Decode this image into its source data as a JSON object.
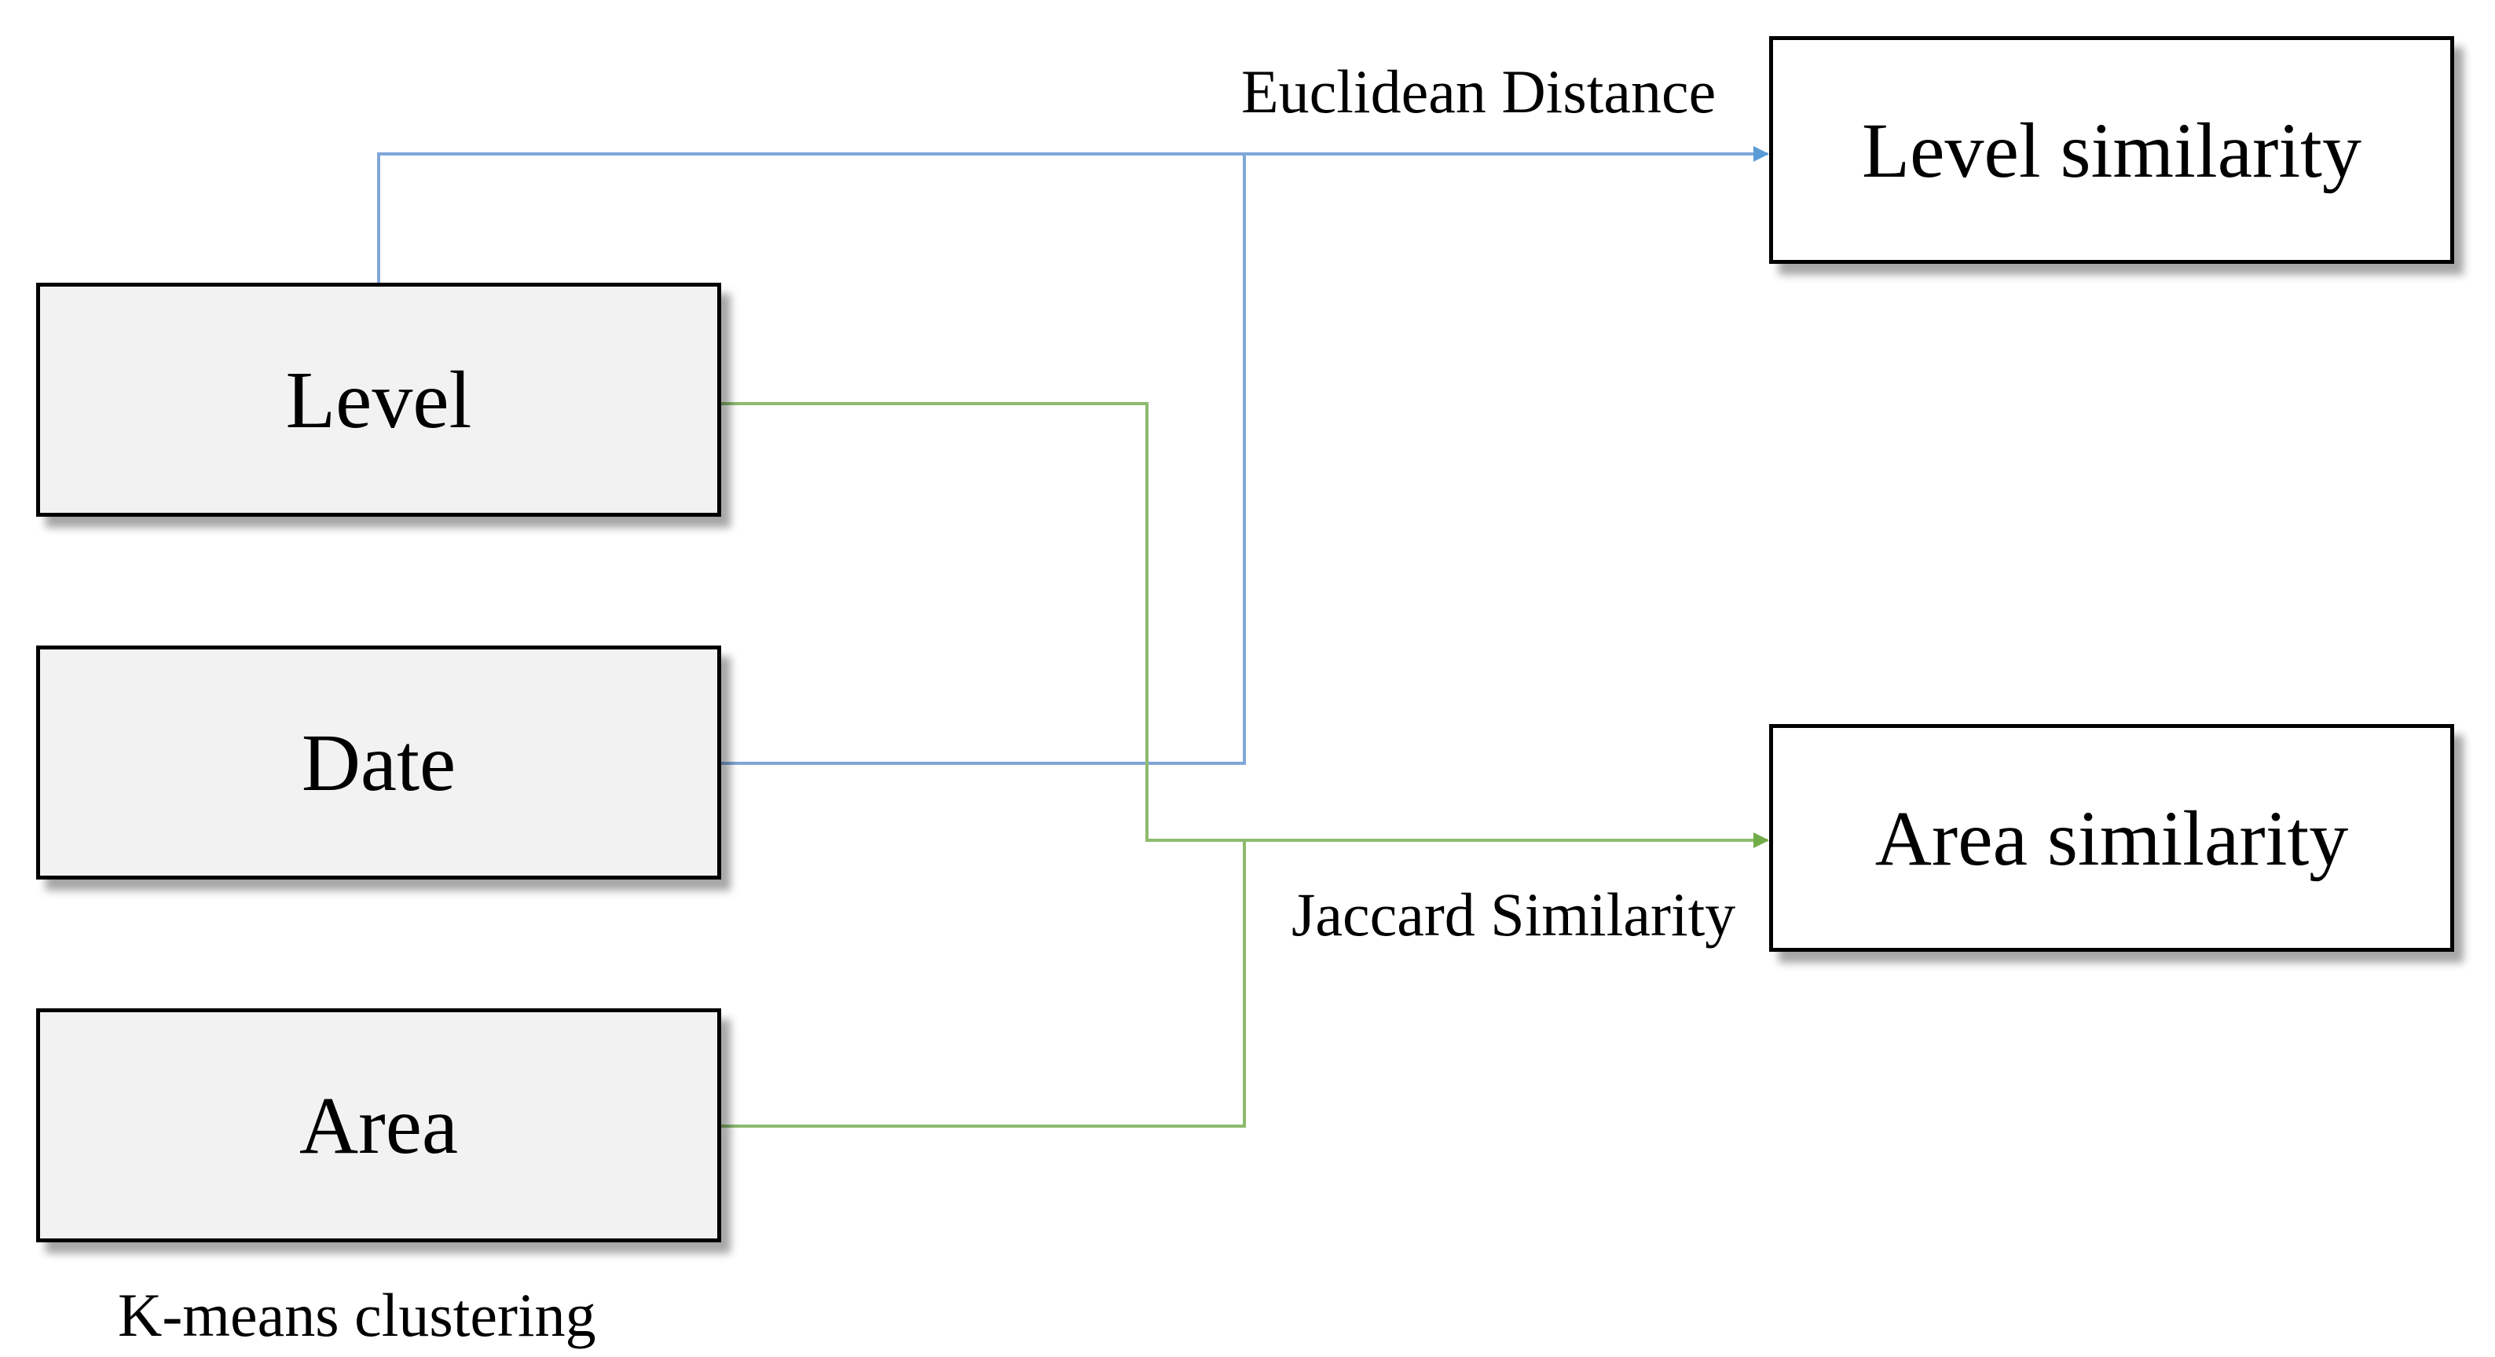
{
  "nodes": {
    "level": "Level",
    "date": "Date",
    "area": "Area",
    "level_similarity": "Level similarity",
    "area_similarity": "Area similarity"
  },
  "edge_labels": {
    "euclidean": "Euclidean Distance",
    "jaccard": "Jaccard Similarity"
  },
  "caption": "K-means clustering",
  "colors": {
    "blue_connector": "#7fa7d8",
    "blue_arrow": "#5b9bd5",
    "green_connector": "#8dbb6e",
    "green_arrow": "#70ad47",
    "source_fill": "#f2f2f2"
  },
  "edges": [
    {
      "from": "Level",
      "to": "Level similarity",
      "via": "Euclidean Distance"
    },
    {
      "from": "Date",
      "to": "Level similarity",
      "via": "Euclidean Distance"
    },
    {
      "from": "Level",
      "to": "Area similarity",
      "via": "Jaccard Similarity"
    },
    {
      "from": "Area",
      "to": "Area similarity",
      "via": "Jaccard Similarity"
    }
  ]
}
